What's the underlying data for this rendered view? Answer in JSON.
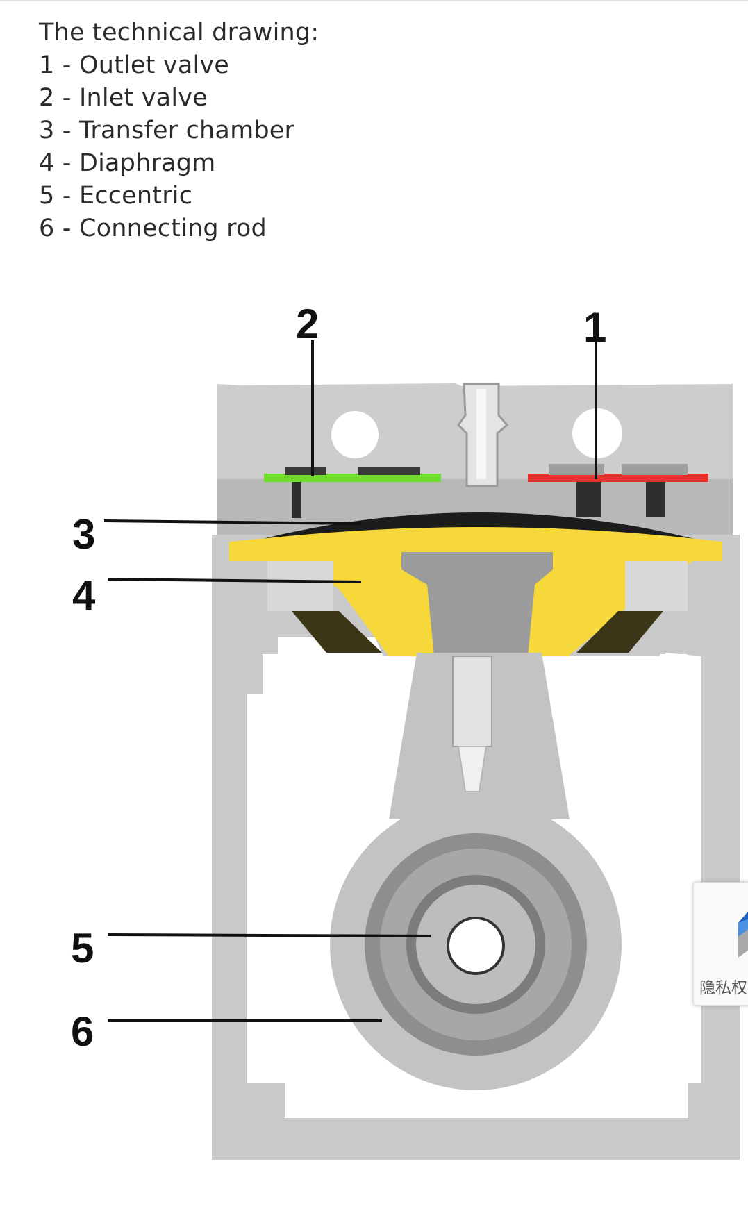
{
  "legend": {
    "title": "The technical drawing:",
    "items": [
      "1 - Outlet valve",
      "2 - Inlet valve",
      "3 - Transfer chamber",
      "4 - Diaphragm",
      "5 - Eccentric",
      "6 - Connecting rod"
    ]
  },
  "callouts": {
    "outlet_valve": "1",
    "inlet_valve": "2",
    "transfer_chamber": "3",
    "diaphragm": "4",
    "eccentric": "5",
    "connecting_rod": "6"
  },
  "privacy_badge": {
    "label": "隐私权"
  },
  "colors": {
    "housing": "#c9c9c9",
    "housing_dark": "#a9a9a9",
    "diaphragm": "#f7d83a",
    "inlet_valve": "#6fdc2a",
    "outlet_valve": "#e8322e",
    "chamber": "#1c1c1c"
  }
}
